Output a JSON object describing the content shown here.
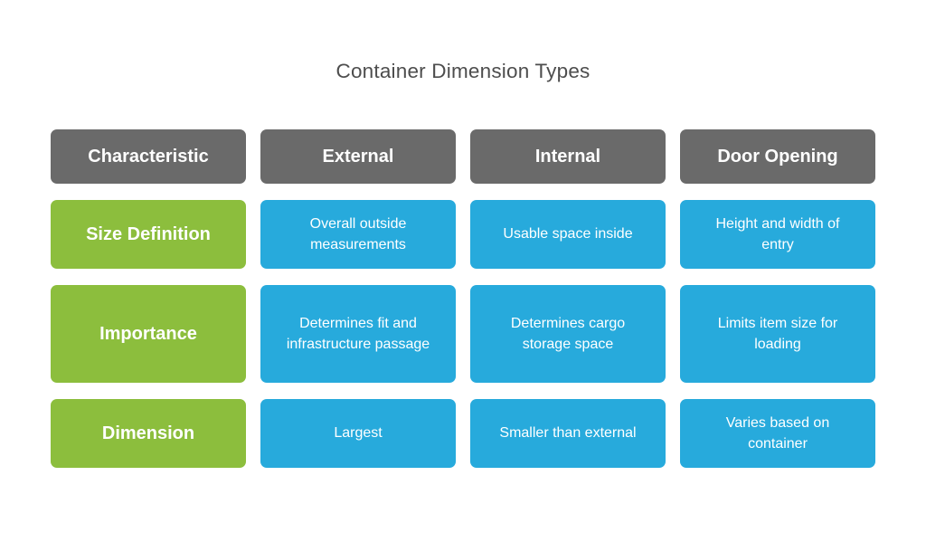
{
  "title": "Container Dimension Types",
  "table": {
    "headers": [
      "Characteristic",
      "External",
      "Internal",
      "Door Opening"
    ],
    "rows": [
      {
        "label": "Size Definition",
        "cells": [
          "Overall outside measurements",
          "Usable space inside",
          "Height and width of entry"
        ]
      },
      {
        "label": "Importance",
        "cells": [
          "Determines fit and infrastructure passage",
          "Determines cargo storage space",
          "Limits item size for loading"
        ]
      },
      {
        "label": "Dimension",
        "cells": [
          "Largest",
          "Smaller than external",
          "Varies based on container"
        ]
      }
    ]
  },
  "colors": {
    "header_bg": "#6a6a6a",
    "row_label_bg": "#8cbe3d",
    "cell_bg": "#27aadc",
    "title_color": "#4d4d4d",
    "cell_text": "#ffffff"
  }
}
